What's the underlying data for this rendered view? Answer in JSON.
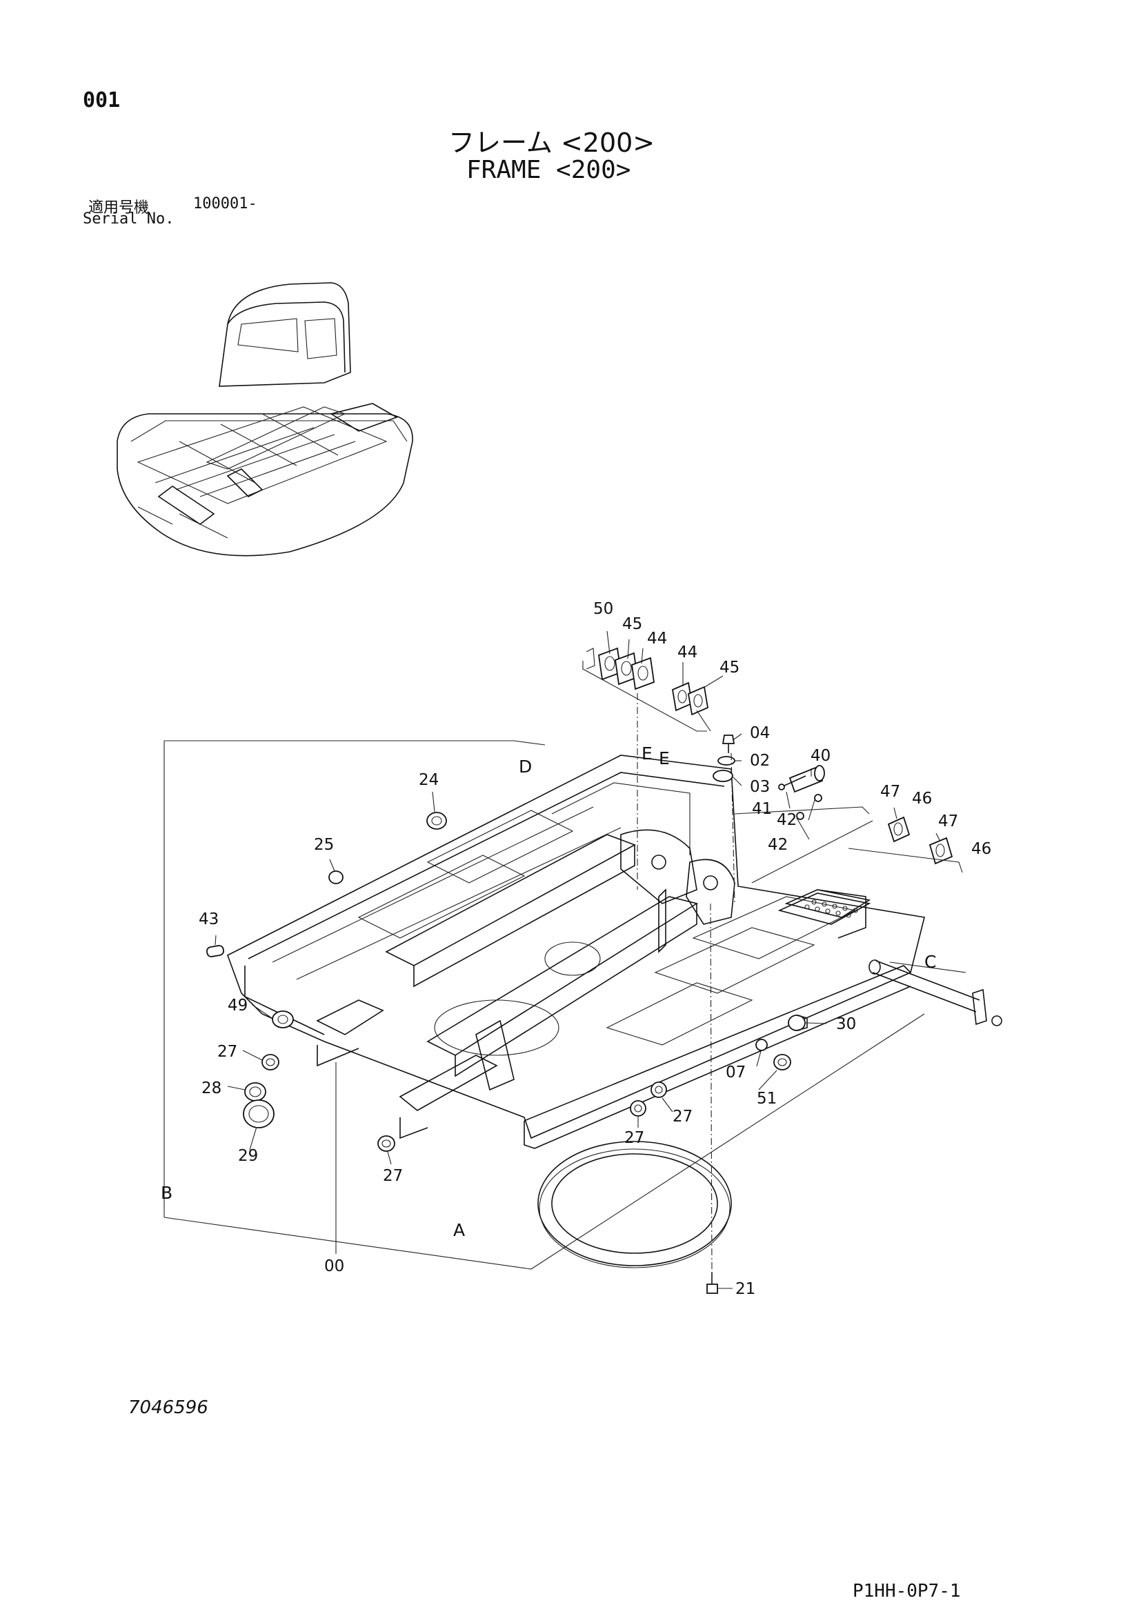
{
  "page": {
    "page_number": "001",
    "title_jp": "フレーム <200>",
    "title_en": "FRAME <200>",
    "serial_label_jp": "適用号機",
    "serial_value": "100001-",
    "serial_label_en": "Serial No.",
    "drawing_number": "7046596",
    "page_code": "P1HH-0P7-1"
  },
  "callouts": {
    "c50": "50",
    "c45a": "45",
    "c44a": "44",
    "c44b": "44",
    "c45b": "45",
    "c04": "04",
    "c02": "02",
    "c03": "03",
    "c40": "40",
    "c41": "41",
    "c42a": "42",
    "c42b": "42",
    "c47a": "47",
    "c46a": "46",
    "c47b": "47",
    "c46b": "46",
    "c24": "24",
    "c25": "25",
    "c43": "43",
    "c49": "49",
    "c27a": "27",
    "c28": "28",
    "c29": "29",
    "c27b": "27",
    "c27c": "27",
    "c27d": "27",
    "c30": "30",
    "c07": "07",
    "c51": "51",
    "c21": "21",
    "c00": "00"
  },
  "section_letters": {
    "A": "A",
    "B": "B",
    "C": "C",
    "D": "D",
    "E1": "E",
    "E2": "E"
  }
}
